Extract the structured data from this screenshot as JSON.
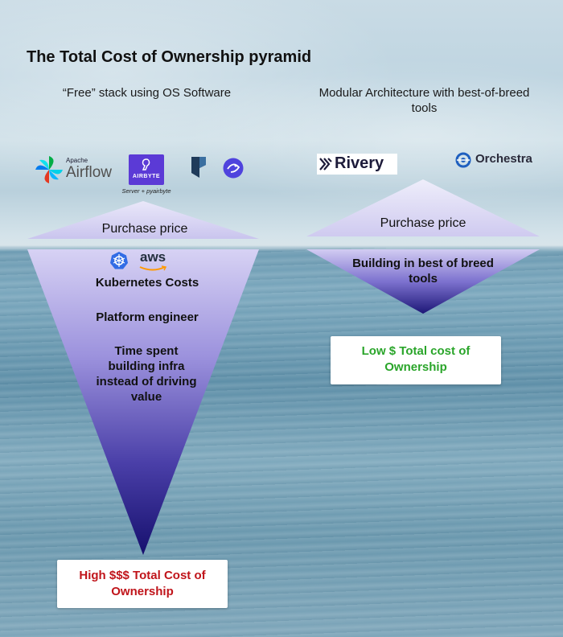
{
  "title": "The Total Cost of Ownership pyramid",
  "left": {
    "subtitle": "“Free” stack using OS Software",
    "logos": {
      "airflow_small": "Apache",
      "airflow_big": "Airflow",
      "airbyte": "AIRBYTE",
      "airbyte_caption": "Server + pyairbyte",
      "aws": "aws"
    },
    "top_label": "Purchase price",
    "items": [
      "Kubernetes Costs",
      "Platform engineer",
      "Time spent building infra instead of driving value"
    ],
    "callout": "High $$$ Total Cost of Ownership"
  },
  "right": {
    "subtitle": "Modular Architecture with best-of-breed tools",
    "logos": {
      "rivery": "Rivery",
      "orchestra": "Orchestra"
    },
    "top_label": "Purchase price",
    "items": [
      "Building in best of breed tools"
    ],
    "callout": "Low $ Total cost of Ownership"
  },
  "colors": {
    "pyramid_light": "#dcd8f2",
    "pyramid_dark": "#1a1575",
    "high_cost": "#c0141a",
    "low_cost": "#2aa52a",
    "airbyte_bg": "#5b3ad6"
  }
}
